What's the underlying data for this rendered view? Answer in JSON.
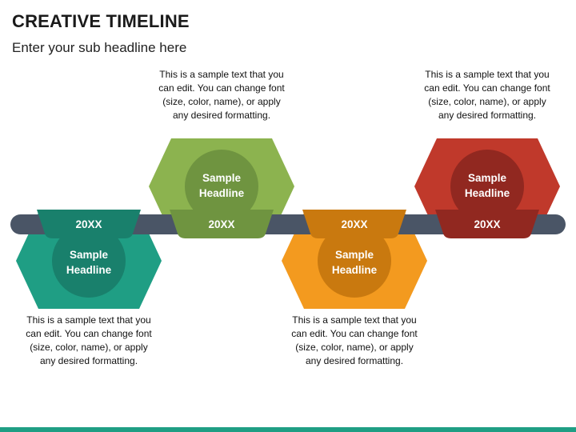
{
  "page": {
    "title": "CREATIVE TIMELINE",
    "subtitle": "Enter your sub headline here"
  },
  "colors": {
    "bar": "#4a5566",
    "bottom_bar": "#1f9e84"
  },
  "steps": [
    {
      "year": "20XX",
      "headline_line1": "Sample",
      "headline_line2": "Headline",
      "description": "This is a sample text that you can edit. You can change font (size, color, name), or apply any desired formatting.",
      "position": "below",
      "color": "#1f9e84",
      "dark_color": "#19806c"
    },
    {
      "year": "20XX",
      "headline_line1": "Sample",
      "headline_line2": "Headline",
      "description": "This is a sample text that you can edit. You can change font (size, color, name), or apply any desired formatting.",
      "position": "above",
      "color": "#8cb34f",
      "dark_color": "#6f9440"
    },
    {
      "year": "20XX",
      "headline_line1": "Sample",
      "headline_line2": "Headline",
      "description": "This is a sample text that you can edit. You can change font (size, color, name), or apply any desired formatting.",
      "position": "below",
      "color": "#f39a1f",
      "dark_color": "#c9790f"
    },
    {
      "year": "20XX",
      "headline_line1": "Sample",
      "headline_line2": "Headline",
      "description": "This is a sample text that you can edit. You can change font (size, color, name), or apply any desired formatting.",
      "position": "above",
      "color": "#c0392b",
      "dark_color": "#912820"
    }
  ]
}
